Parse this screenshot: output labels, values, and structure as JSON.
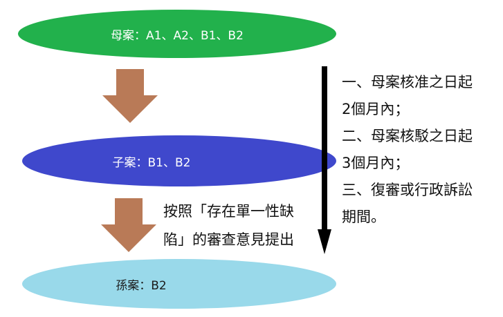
{
  "diagram": {
    "parent_case": {
      "label": "母案：A1、A2、B1、B2",
      "color": "#22b14c"
    },
    "child_case": {
      "label": "子案：B1、B2",
      "color": "#3f48cc"
    },
    "grandchild_case": {
      "label": "孫案：B2",
      "color": "#99d9ea"
    },
    "arrow_color": "#b97a57",
    "review_note": [
      "按照「存在單一性缺",
      "陷」的審查意見提出"
    ],
    "periods": [
      "一、母案核准之日起",
      "2個月內；",
      "二、母案核駁之日起",
      "3個月內；",
      "三、復審或行政訴訟",
      "期間。"
    ]
  }
}
